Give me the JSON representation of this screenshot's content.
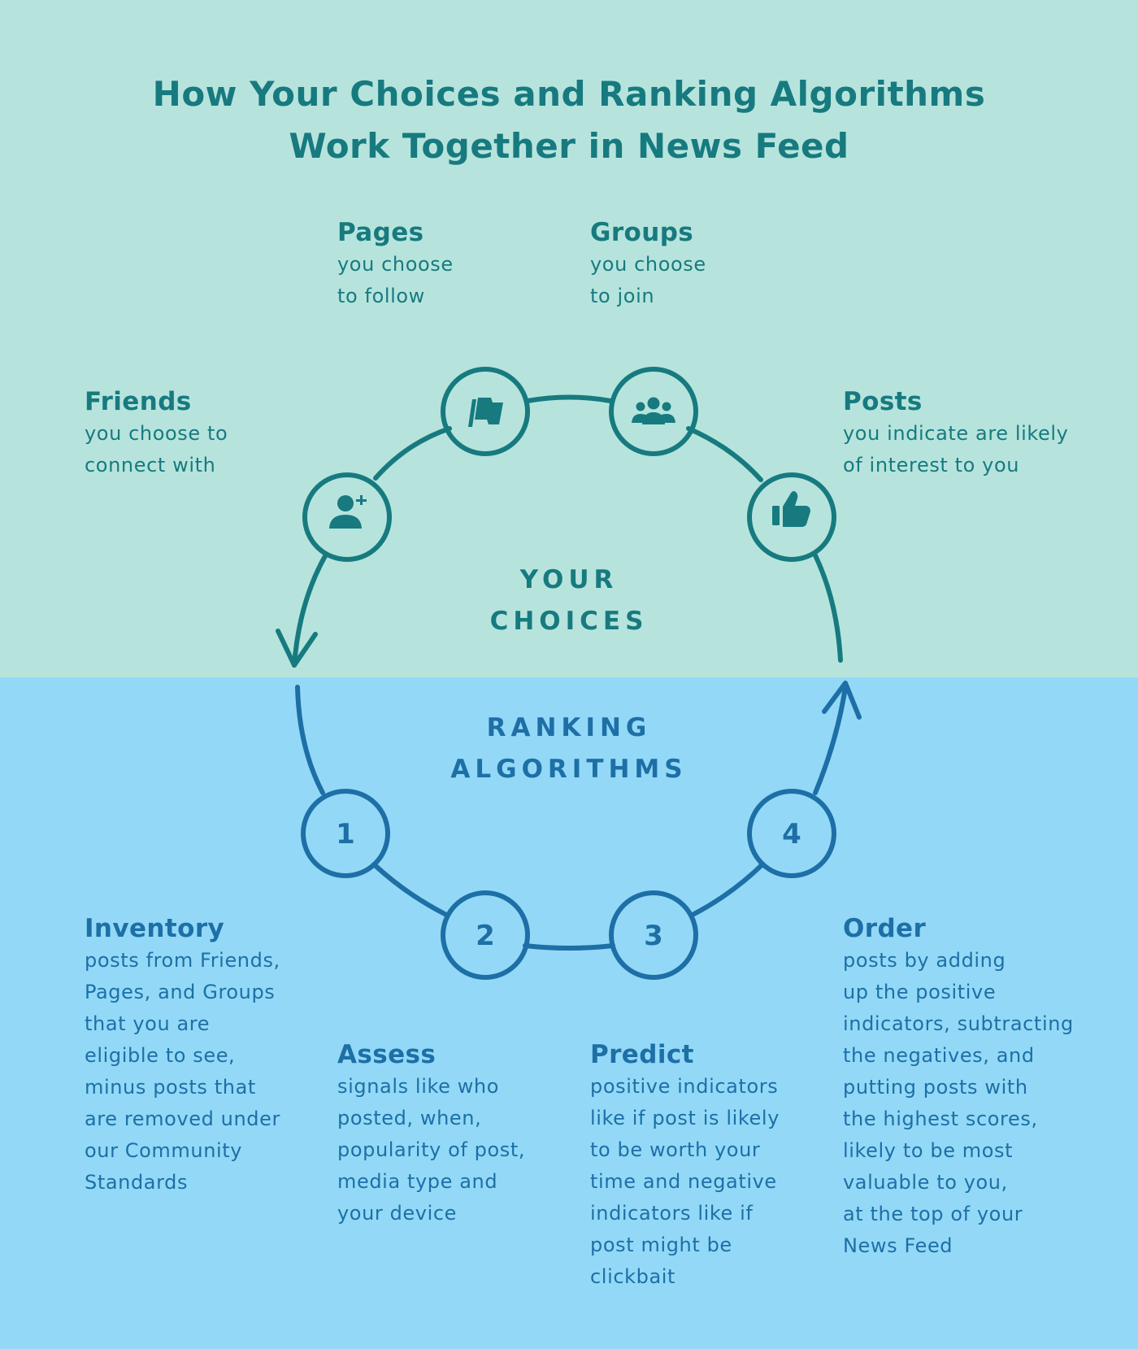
{
  "title": {
    "line1": "How Your Choices and Ranking Algorithms",
    "line2": "Work Together in News Feed"
  },
  "colors": {
    "top_background": "#b6e4dd",
    "bottom_background": "#93d9f7",
    "teal_text": "#177a7f",
    "blue_text": "#1d6fa6"
  },
  "choices": [
    {
      "icon": "add-friend-icon",
      "heading": "Friends",
      "body": "you choose to\nconnect with"
    },
    {
      "icon": "flag-icon",
      "heading": "Pages",
      "body": "you choose\nto follow"
    },
    {
      "icon": "group-icon",
      "heading": "Groups",
      "body": "you choose\nto join"
    },
    {
      "icon": "thumbs-up-icon",
      "heading": "Posts",
      "body": "you indicate are likely\nof interest to you"
    }
  ],
  "your_choices_label": {
    "line1": "YOUR",
    "line2": "CHOICES"
  },
  "ranking_label": {
    "line1": "RANKING",
    "line2": "ALGORITHMS"
  },
  "steps": [
    {
      "number": "1",
      "heading": "Inventory",
      "body": "posts from Friends,\nPages, and Groups\nthat you are\neligible to see,\nminus posts that\nare removed under\nour Community\nStandards"
    },
    {
      "number": "2",
      "heading": "Assess",
      "body": "signals like who\nposted, when,\npopularity of post,\nmedia type and\nyour device"
    },
    {
      "number": "3",
      "heading": "Predict",
      "body": "positive indicators\nlike if post is likely\nto be worth your\ntime and negative\nindicators like if\npost might be\nclickbait"
    },
    {
      "number": "4",
      "heading": "Order",
      "body": "posts by adding\nup the positive\nindicators, subtracting\nthe negatives, and\nputting posts with\nthe highest scores,\nlikely to be most\nvaluable to you,\nat the top of your\nNews Feed"
    }
  ]
}
